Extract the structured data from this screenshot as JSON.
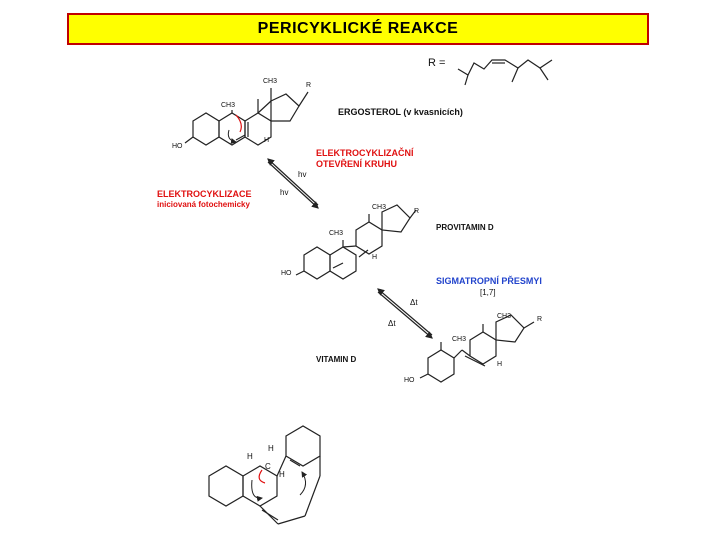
{
  "title": "PERICYKLICKÉ REAKCE",
  "colors": {
    "title_bg": "#ffff00",
    "title_border": "#c00000",
    "red": "#e01010",
    "blue": "#2244cc"
  },
  "side_chain": {
    "label": "R ="
  },
  "ergosterol": {
    "name": "ERGOSTEROL (v kvasnicích)",
    "ch3_top": "CH3",
    "ch3_mid": "CH3",
    "r": "R",
    "h": "H",
    "ho": "HO"
  },
  "step1": {
    "red_label_1": "ELEKTROCYKLIZAČNÍ",
    "red_label_2": "OTEVŘENÍ KRUHU",
    "hv_forward": "hv",
    "hv_back": "hv",
    "left_red_label": "ELEKTROCYKLIZACE",
    "left_red_sub": "iniciovaná fotochemicky"
  },
  "provitamin": {
    "name": "PROVITAMIN D",
    "ch3_top": "CH3",
    "ch3_mid": "CH3",
    "r": "R",
    "h": "H",
    "ho": "HO"
  },
  "step2": {
    "blue_label": "SIGMATROPNÍ PŘESMYI",
    "blue_sub": "[1,7]",
    "dt_forward": "Δt",
    "dt_back": "Δt"
  },
  "vitamin": {
    "name": "VITAMIN D",
    "ch3_top": "CH3",
    "ch3_mid": "CH3",
    "r": "R",
    "h": "H",
    "ho": "HO"
  },
  "mechanism": {
    "h_top": "H",
    "h_left": "H",
    "c": "C",
    "h_right": "H"
  }
}
